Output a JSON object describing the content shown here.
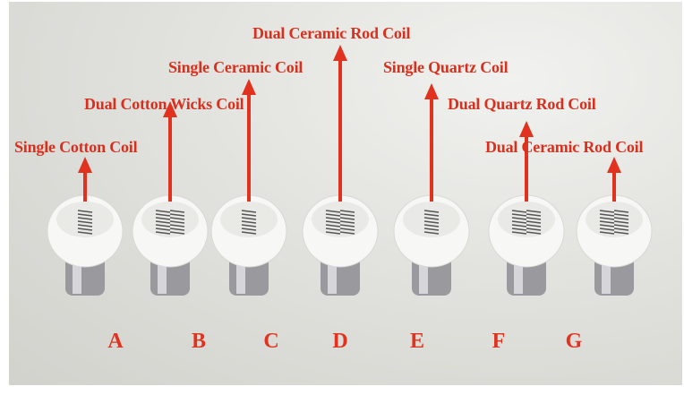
{
  "labels": {
    "a": "Single Cotton Coil",
    "b": "Dual Cotton Wicks Coil",
    "c": "Single Ceramic Coil",
    "d": "Dual Ceramic Rod Coil",
    "e": "Single Quartz Coil",
    "f": "Dual Quartz Rod Coil",
    "g": "Dual Ceramic Rod Coil"
  },
  "letters": [
    "A",
    "B",
    "C",
    "D",
    "E",
    "F",
    "G"
  ],
  "colors": {
    "annotation": "#e0321f",
    "background": "#dcdcd8"
  }
}
